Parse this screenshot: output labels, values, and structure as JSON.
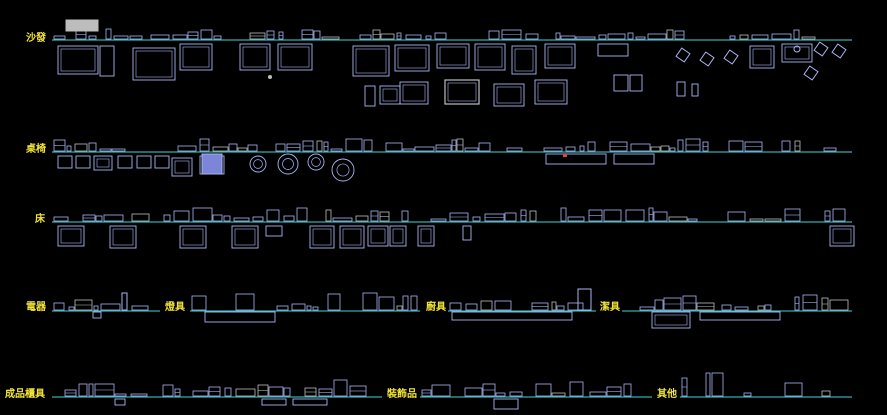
{
  "sections": [
    {
      "id": "sofa",
      "label": "沙發"
    },
    {
      "id": "table-chair",
      "label": "桌椅"
    },
    {
      "id": "bed",
      "label": "床"
    },
    {
      "id": "appliance",
      "label": "電器"
    },
    {
      "id": "lighting",
      "label": "燈具"
    },
    {
      "id": "kitchen",
      "label": "廚具"
    },
    {
      "id": "sanitary",
      "label": "潔具"
    },
    {
      "id": "cabinet",
      "label": "成品櫃具"
    },
    {
      "id": "decoration",
      "label": "裝飾品"
    },
    {
      "id": "other",
      "label": "其他"
    }
  ],
  "colors": {
    "background": "#000000",
    "label": "#f2e437",
    "baseline": "#3fd7d7",
    "block": "#a9b4f0",
    "block_fill": "#7b86d8",
    "gray": "#bdbdbd",
    "accent_red": "#e04848"
  }
}
